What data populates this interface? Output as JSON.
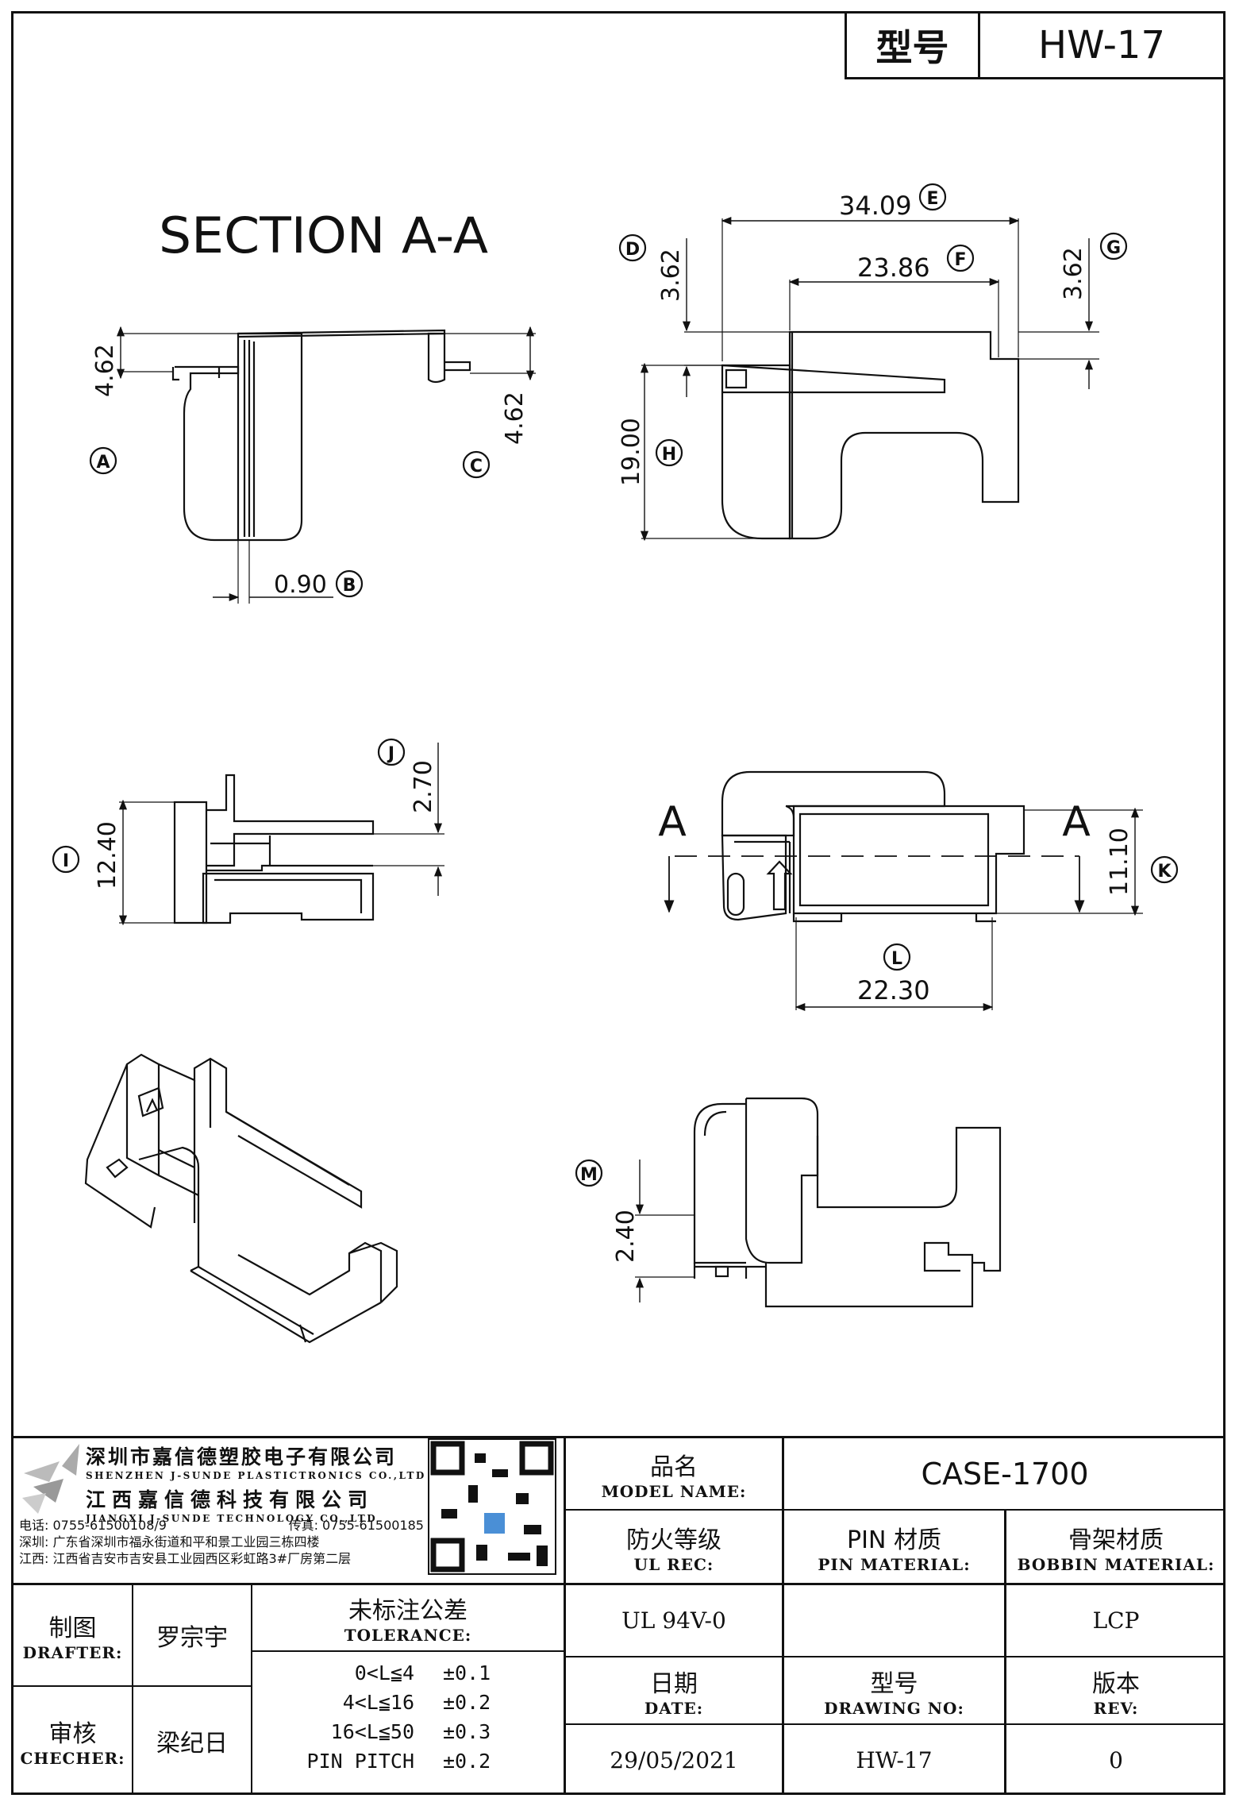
{
  "model_label": "型号",
  "model_value": "HW-17",
  "section_title": "SECTION A-A",
  "dimensions": {
    "A": "4.62",
    "B": "0.90",
    "C": "4.62",
    "D": "3.62",
    "E": "34.09",
    "F": "23.86",
    "G": "3.62",
    "H": "19.00",
    "I": "12.40",
    "J": "2.70",
    "K": "11.10",
    "L": "22.30",
    "M": "2.40"
  },
  "markers": {
    "A": "A",
    "B": "B",
    "C": "C",
    "D": "D",
    "E": "E",
    "F": "F",
    "G": "G",
    "H": "H",
    "I": "I",
    "J": "J",
    "K": "K",
    "L": "L",
    "M": "M"
  },
  "section_marks": {
    "left": "A",
    "right": "A"
  },
  "company": {
    "name_sz": "深圳市嘉信德塑胶电子有限公司",
    "name_sz_en": "SHENZHEN J-SUNDE PLASTICTRONICS CO.,LTD",
    "name_jx": "江西嘉信德科技有限公司",
    "name_jx_en": "JIANGXI J-SUNDE TECHNOLOGY CO.,LTD",
    "phone": "电话: 0755-61500108/9",
    "fax": "传真: 0755-61500185",
    "addr_sz": "深圳: 广东省深圳市福永街道和平和景工业园三栋四楼",
    "addr_jx": "江西: 江西省吉安市吉安县工业园西区彩虹路3#厂房第二层"
  },
  "title_block": {
    "model_name_zh": "品名",
    "model_name_en": "MODEL NAME:",
    "model_name_value": "CASE-1700",
    "ul_zh": "防火等级",
    "ul_en": "UL REC:",
    "ul_value": "UL 94V-0",
    "pin_zh": "PIN 材质",
    "pin_en": "PIN MATERIAL:",
    "pin_value": "",
    "bobbin_zh": "骨架材质",
    "bobbin_en": "BOBBIN MATERIAL:",
    "bobbin_value": "LCP",
    "drafter_zh": "制图",
    "drafter_en": "DRAFTER:",
    "drafter_value": "罗宗宇",
    "checker_zh": "审核",
    "checker_en": "CHECHER:",
    "checker_value": "梁纪日",
    "tolerance_zh": "未标注公差",
    "tolerance_en": "TOLERANCE:",
    "tolerances": [
      {
        "range": "0<L≦4",
        "value": "±0.1"
      },
      {
        "range": "4<L≦16",
        "value": "±0.2"
      },
      {
        "range": "16<L≦50",
        "value": "±0.3"
      },
      {
        "range": "PIN PITCH",
        "value": "±0.2"
      }
    ],
    "date_zh": "日期",
    "date_en": "DATE:",
    "date_value": "29/05/2021",
    "drawing_zh": "型号",
    "drawing_en": "DRAWING NO:",
    "drawing_value": "HW-17",
    "rev_zh": "版本",
    "rev_en": "REV:",
    "rev_value": "0"
  }
}
